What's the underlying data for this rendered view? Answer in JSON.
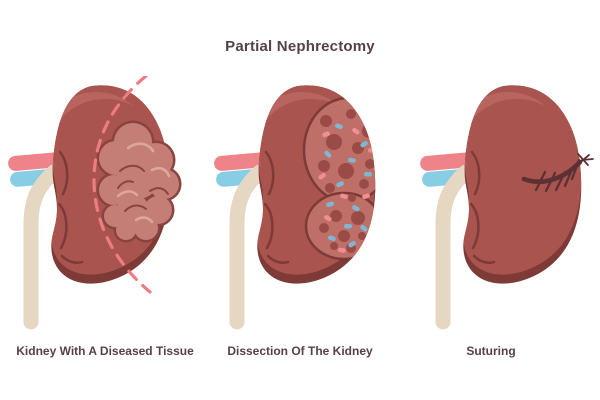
{
  "title": "Partial Nephrectomy",
  "figures": [
    {
      "label": "Kidney With A Diseased Tissue"
    },
    {
      "label": "Dissection Of The Kidney"
    },
    {
      "label": "Suturing"
    }
  ],
  "colors": {
    "background": "#ffffff",
    "text": "#564245",
    "kidney_main": "#a9544e",
    "kidney_shadow": "#7d3a36",
    "kidney_highlight": "#b7655e",
    "tumor_fill": "#c57e76",
    "tumor_outline": "#8a4440",
    "tumor_highlight": "#dba79e",
    "dashed_resection_line": "#ee7c82",
    "renal_artery": "#ef838a",
    "renal_vein": "#87cde4",
    "ureter": "#e6d7c3",
    "dissection_fill": "#bd6f68",
    "dissection_spot_dark": "#9a4b45",
    "dissection_spot_blue": "#7fb6d4",
    "dissection_spot_pink": "#ef8e93",
    "suture": "#5c3133"
  }
}
